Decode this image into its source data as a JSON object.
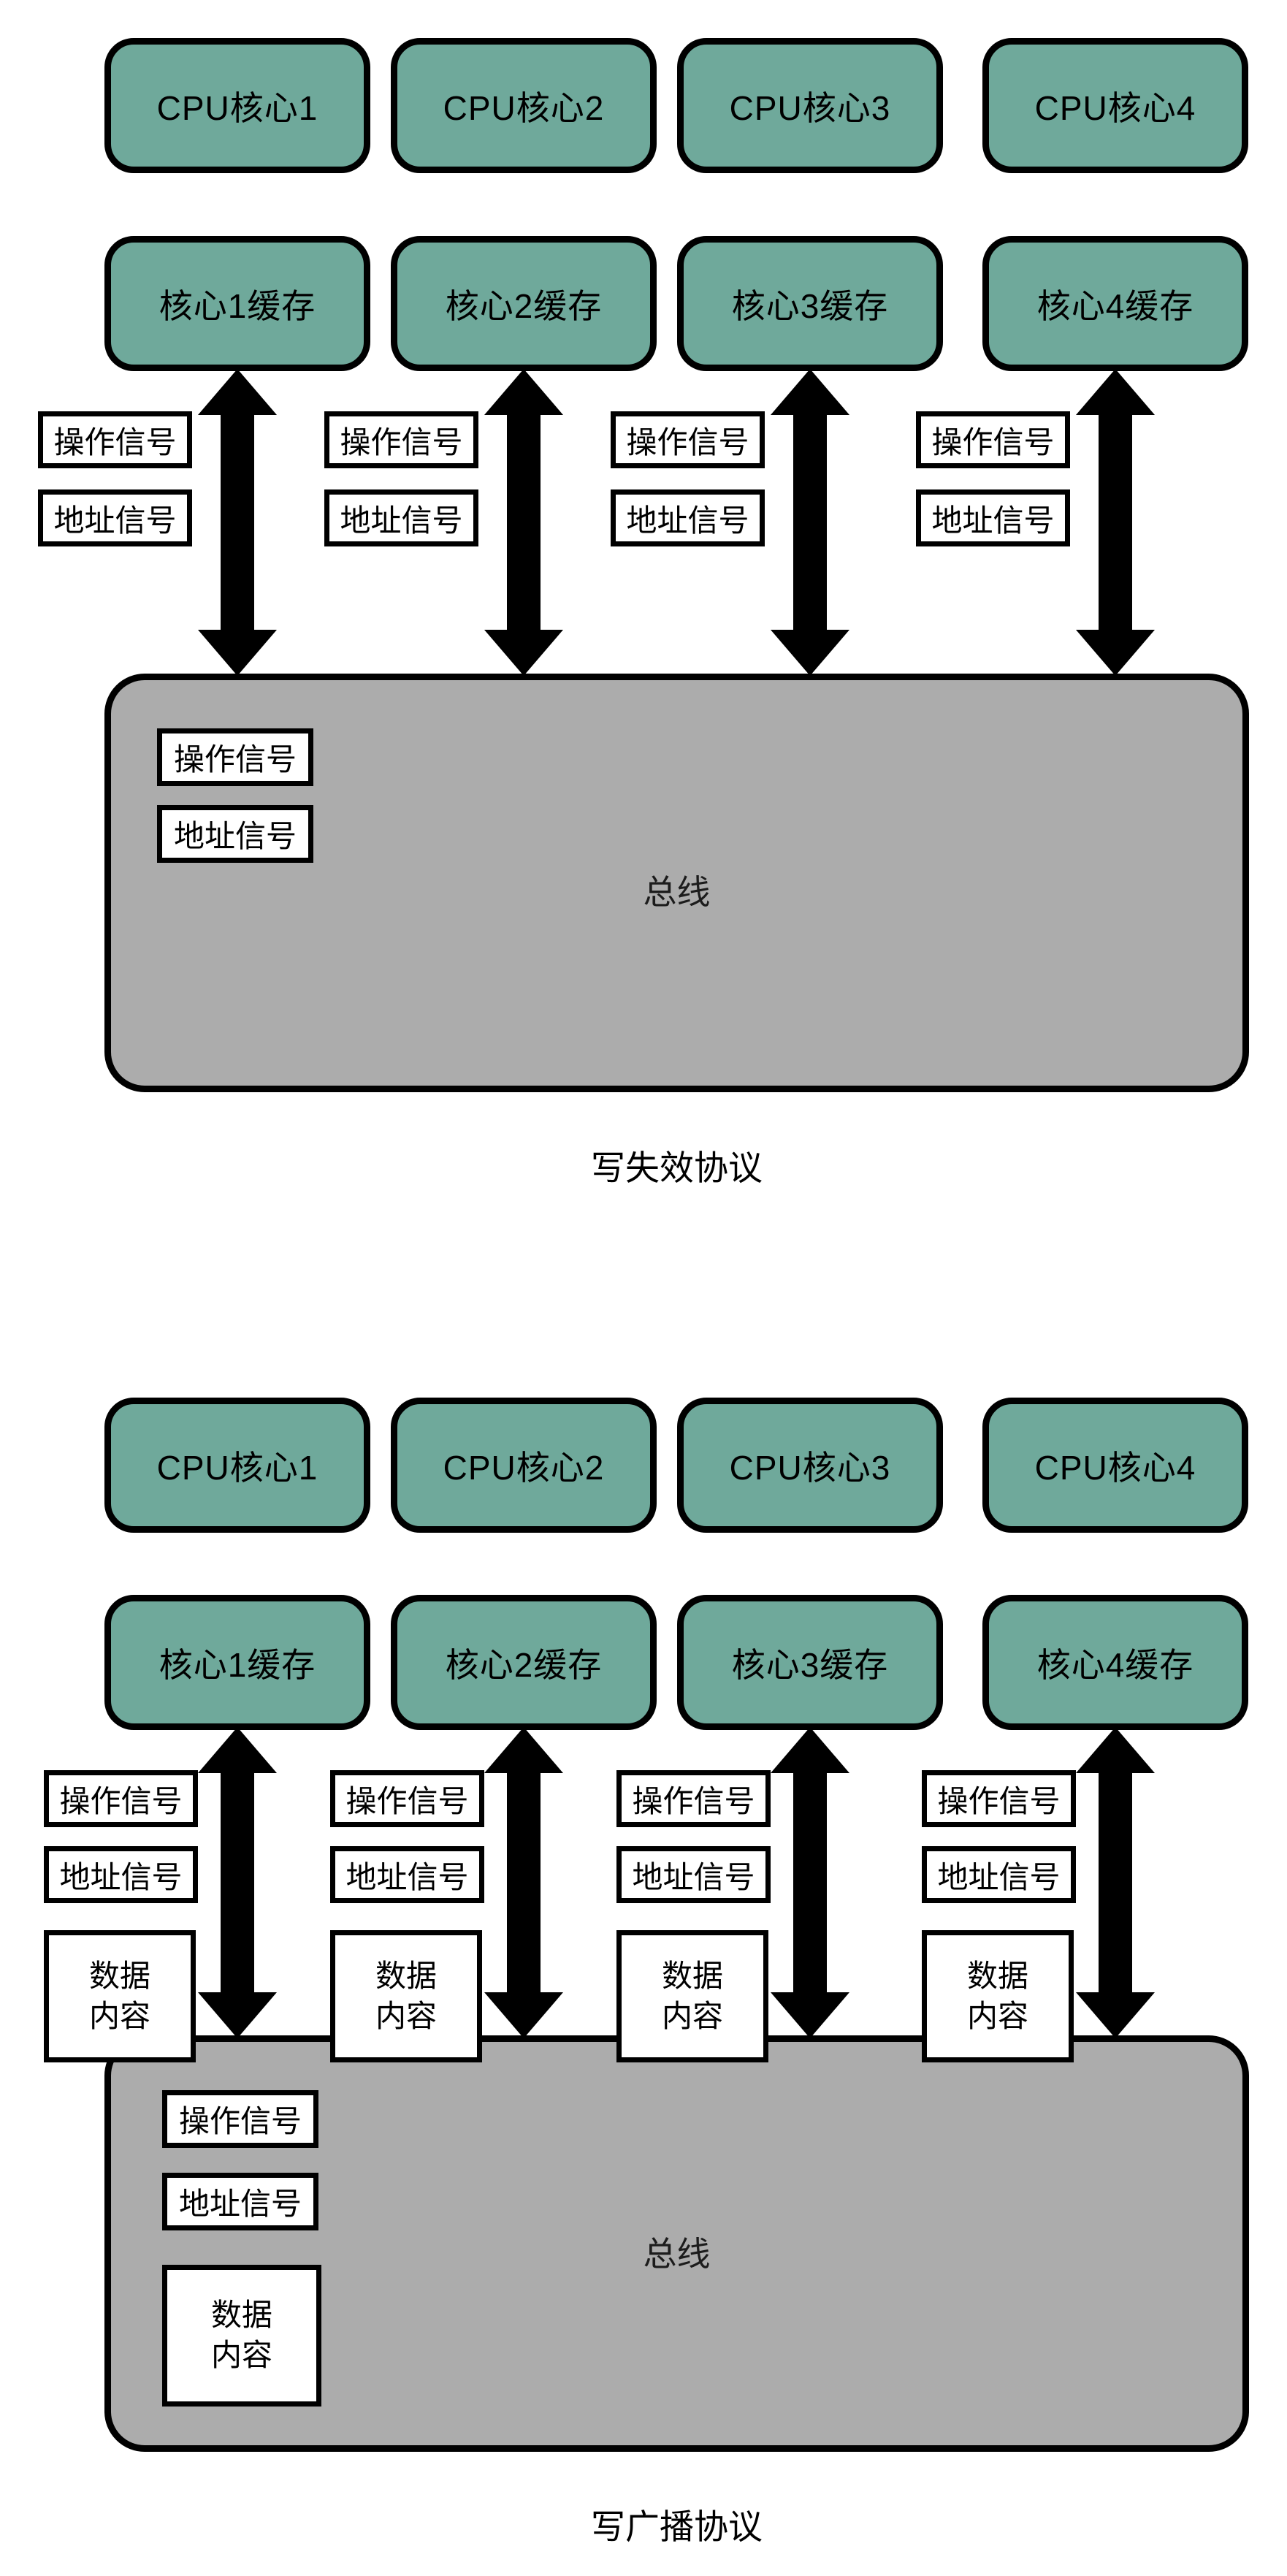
{
  "colors": {
    "core_fill": "#6FA99B",
    "bus_fill": "#ACACAC",
    "border": "#000000"
  },
  "diagram1": {
    "caption": "写失效协议",
    "cores": [
      "CPU核心1",
      "CPU核心2",
      "CPU核心3",
      "CPU核心4"
    ],
    "caches": [
      "核心1缓存",
      "核心2缓存",
      "核心3缓存",
      "核心4缓存"
    ],
    "arrow_labels": {
      "op": "操作信号",
      "addr": "地址信号"
    },
    "bus": {
      "label": "总线",
      "op": "操作信号",
      "addr": "地址信号"
    }
  },
  "diagram2": {
    "caption": "写广播协议",
    "cores": [
      "CPU核心1",
      "CPU核心2",
      "CPU核心3",
      "CPU核心4"
    ],
    "caches": [
      "核心1缓存",
      "核心2缓存",
      "核心3缓存",
      "核心4缓存"
    ],
    "arrow_labels": {
      "op": "操作信号",
      "addr": "地址信号",
      "data": "数据内容"
    },
    "bus": {
      "label": "总线",
      "op": "操作信号",
      "addr": "地址信号",
      "data": "数据内容"
    }
  }
}
